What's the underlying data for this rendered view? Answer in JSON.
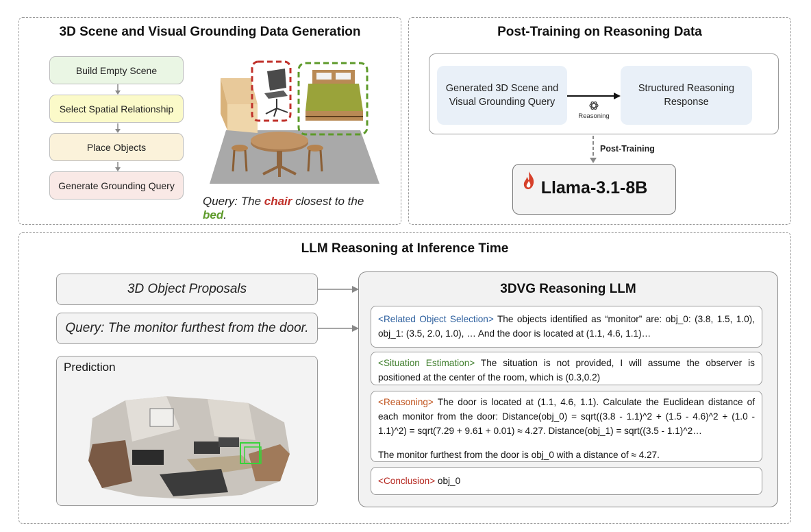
{
  "top_left": {
    "title": "3D Scene and Visual Grounding Data Generation",
    "steps": [
      {
        "label": "Build Empty Scene",
        "color": "#eaf6e4"
      },
      {
        "label": "Select Spatial Relationship",
        "color": "#fbfac9"
      },
      {
        "label": "Place Objects",
        "color": "#fbf2da"
      },
      {
        "label": "Generate Grounding Query",
        "color": "#f9e9e6"
      }
    ],
    "query": {
      "prefix": "Query: The ",
      "chair": "chair",
      "middle": " closest to the ",
      "bed": "bed",
      "suffix": ".",
      "chair_color": "#c0302a",
      "bed_color": "#5d9a2a"
    }
  },
  "top_right": {
    "title": "Post-Training on Reasoning Data",
    "left_box": "Generated 3D Scene and Visual Grounding Query",
    "right_box": "Structured Reasoning Response",
    "arrow_label": "Reasoning",
    "post_training_label": "Post-Training",
    "model_name": "Llama-3.1-8B"
  },
  "bottom": {
    "title": "LLM Reasoning at Inference Time",
    "proposals": "3D Object Proposals",
    "query": "Query: The monitor furthest from the door.",
    "prediction_label": "Prediction",
    "reasoning_llm_title": "3DVG Reasoning LLM",
    "blocks": [
      {
        "tag": "<Related Object Selection>",
        "tag_color": "#2c5f9e",
        "text": " The objects identified as “monitor” are: obj_0: (3.8, 1.5, 1.0), obj_1: (3.5, 2.0, 1.0), … And the door is located at (1.1, 4.6, 1.1)…"
      },
      {
        "tag": "<Situation Estimation>",
        "tag_color": "#3e7d2b",
        "text": " The situation is not provided, I will assume the observer is positioned at the center of the room, which is (0.3,0.2)"
      },
      {
        "tag": "<Reasoning>",
        "tag_color": "#c0541e",
        "text": " The door is located at (1.1, 4.6, 1.1). Calculate the Euclidean distance of each monitor from the door: Distance(obj_0) = sqrt((3.8 - 1.1)^2 + (1.5 - 4.6)^2 + (1.0 - 1.1)^2) = sqrt(7.29 + 9.61 + 0.01) ≈ 4.27. Distance(obj_1) = sqrt((3.5 - 1.1)^2…",
        "text2": "The monitor furthest from the door is obj_0 with a distance of ≈ 4.27."
      },
      {
        "tag": "<Conclusion>",
        "tag_color": "#b5261e",
        "text": " obj_0"
      }
    ]
  }
}
